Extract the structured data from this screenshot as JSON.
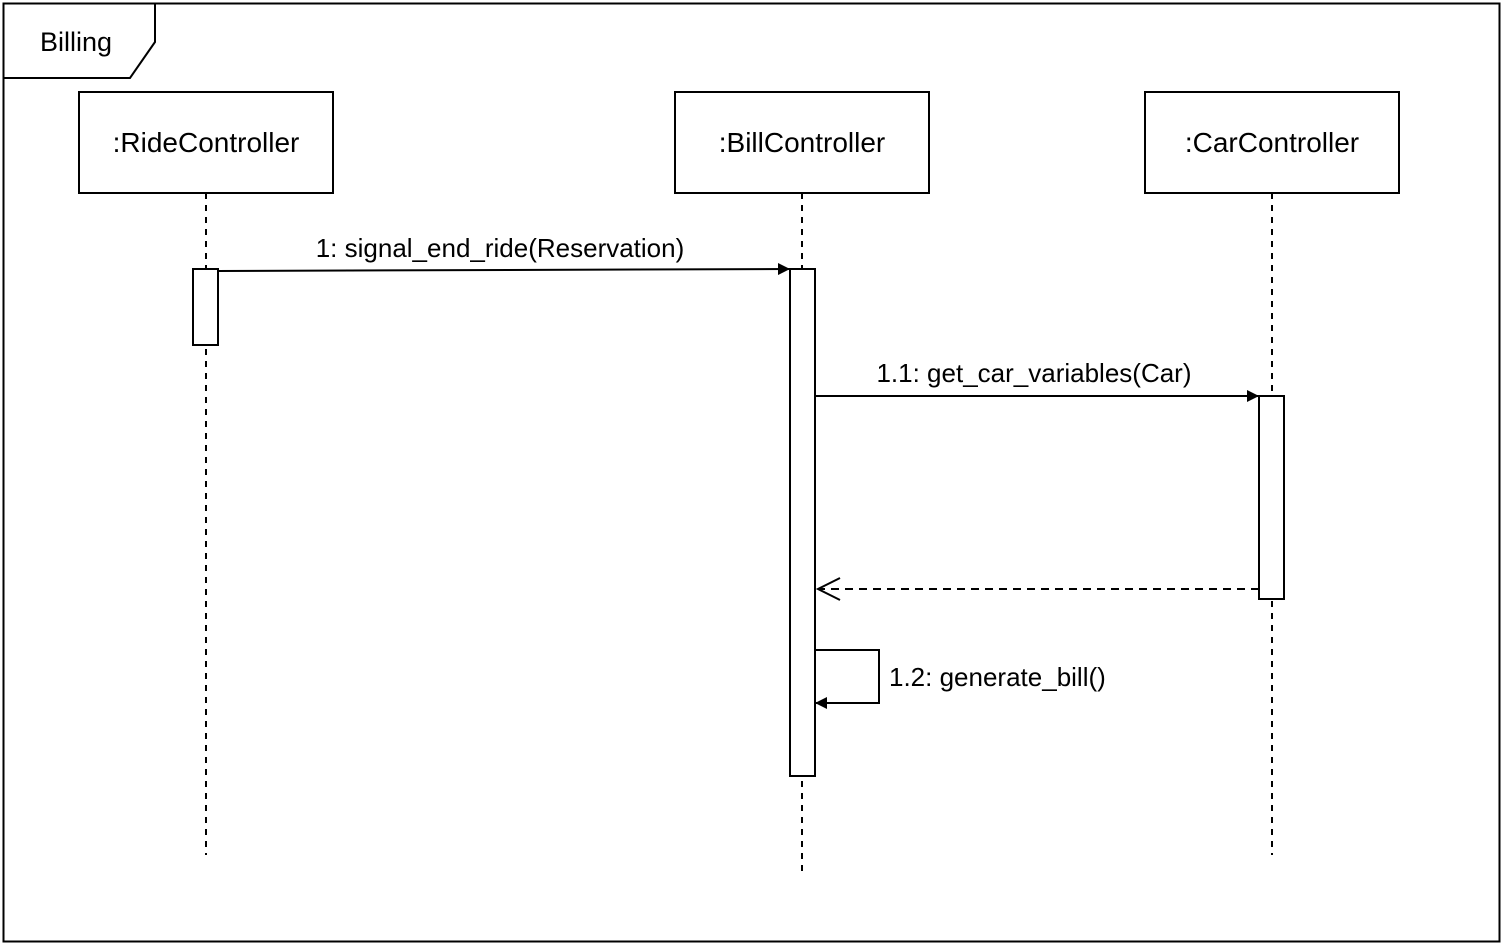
{
  "frame": {
    "label": "Billing"
  },
  "lifelines": [
    {
      "id": "ride",
      "label": ":RideController"
    },
    {
      "id": "bill",
      "label": ":BillController"
    },
    {
      "id": "car",
      "label": ":CarController"
    }
  ],
  "messages": [
    {
      "id": "m1",
      "label": "1: signal_end_ride(Reservation)",
      "from": "ride",
      "to": "bill",
      "kind": "sync"
    },
    {
      "id": "m11",
      "label": "1.1: get_car_variables(Car)",
      "from": "bill",
      "to": "car",
      "kind": "sync"
    },
    {
      "id": "m11r",
      "label": "",
      "from": "car",
      "to": "bill",
      "kind": "return"
    },
    {
      "id": "m12",
      "label": "1.2: generate_bill()",
      "from": "bill",
      "to": "bill",
      "kind": "self"
    }
  ]
}
